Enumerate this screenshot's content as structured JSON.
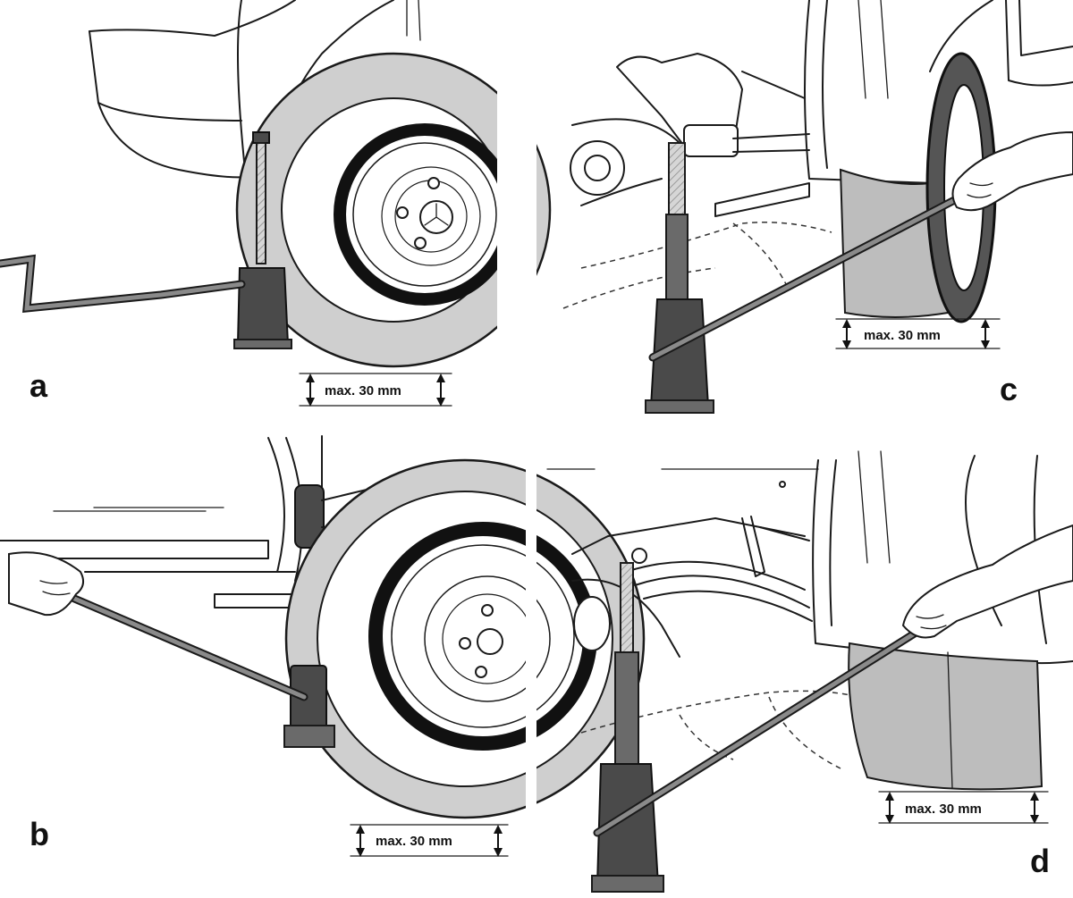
{
  "panels": [
    {
      "letter": "a",
      "measurement": "max. 30 mm"
    },
    {
      "letter": "b",
      "measurement": "max. 30 mm"
    },
    {
      "letter": "c",
      "measurement": "max. 30 mm"
    },
    {
      "letter": "d",
      "measurement": "max. 30 mm"
    }
  ]
}
